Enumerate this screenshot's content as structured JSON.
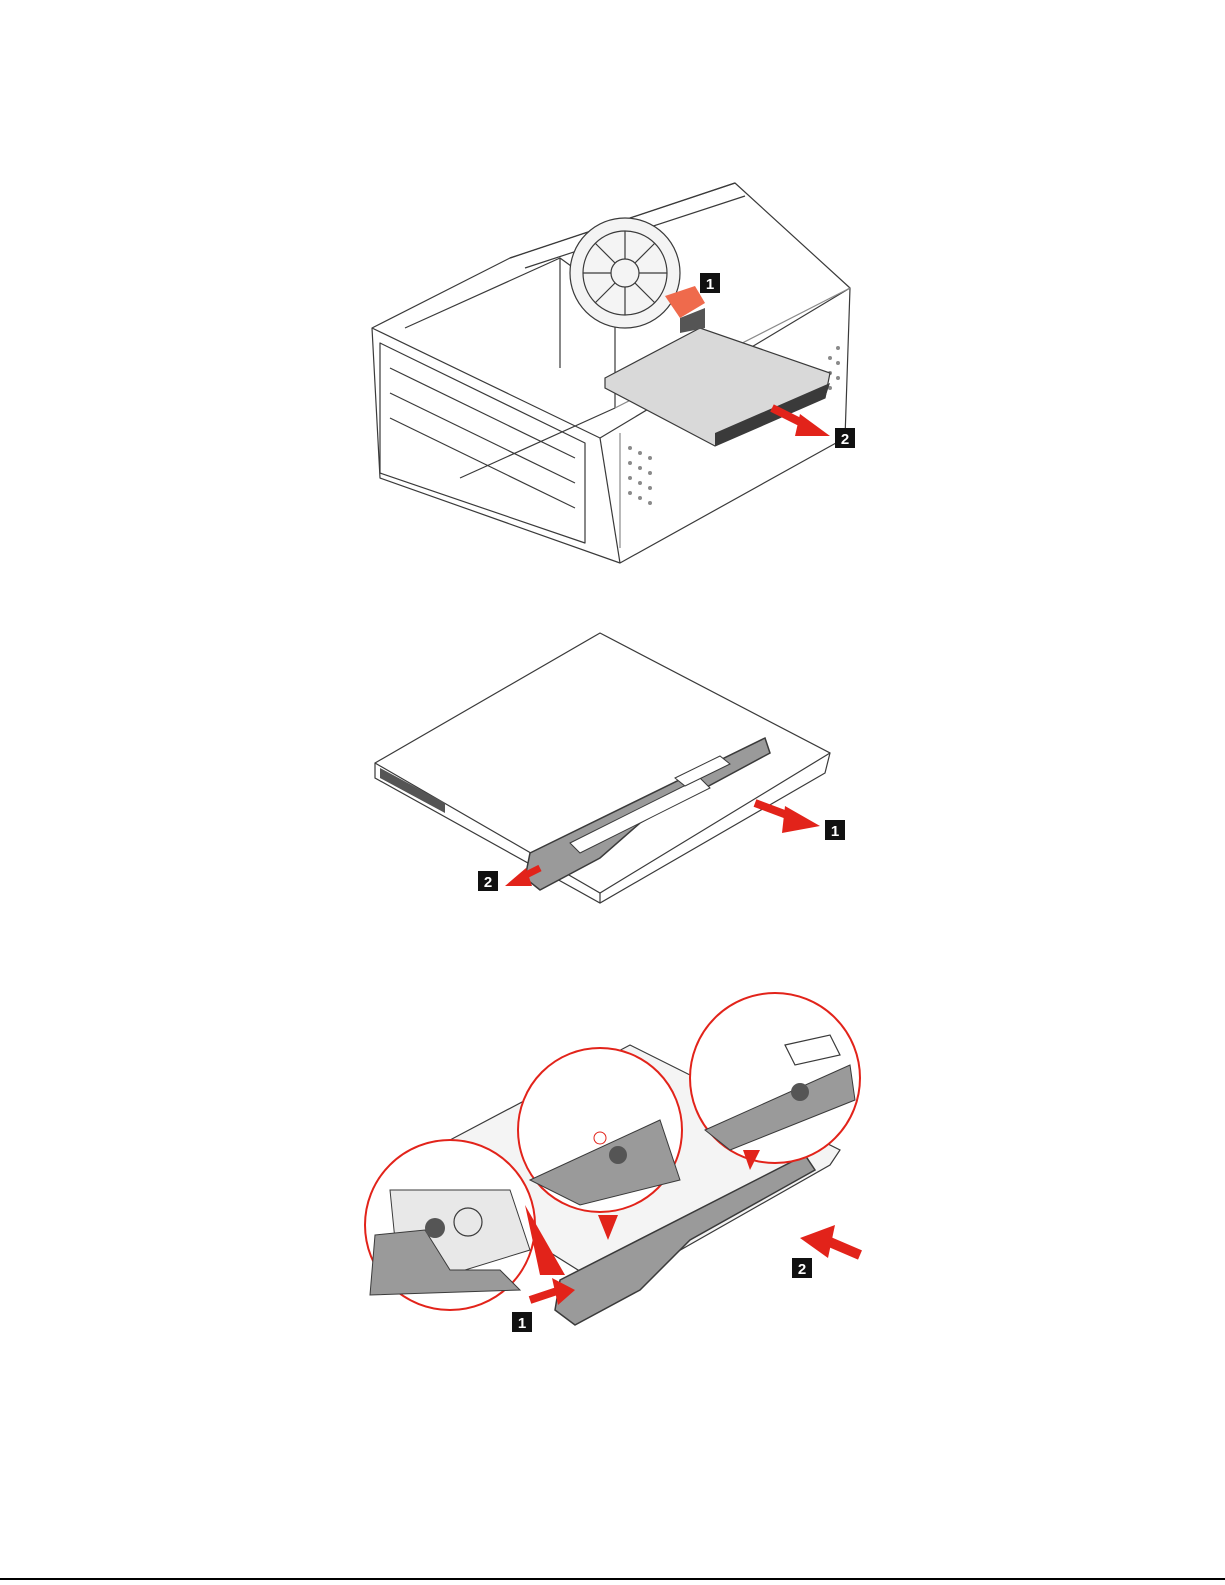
{
  "figures": {
    "remove_drive": {
      "callouts": [
        "1",
        "2"
      ]
    },
    "remove_bracket": {
      "callouts": [
        "1",
        "2"
      ]
    },
    "install_bracket": {
      "callouts": [
        "1",
        "2"
      ]
    }
  },
  "colors": {
    "line": "#3a3a3a",
    "light_line": "#8a8a8a",
    "accent_red": "#e2231a",
    "tab_orange": "#ef6a4c",
    "badge": "#111111",
    "bracket_fill": "#9a9a9a",
    "drive_fill": "#d9d9d9"
  }
}
